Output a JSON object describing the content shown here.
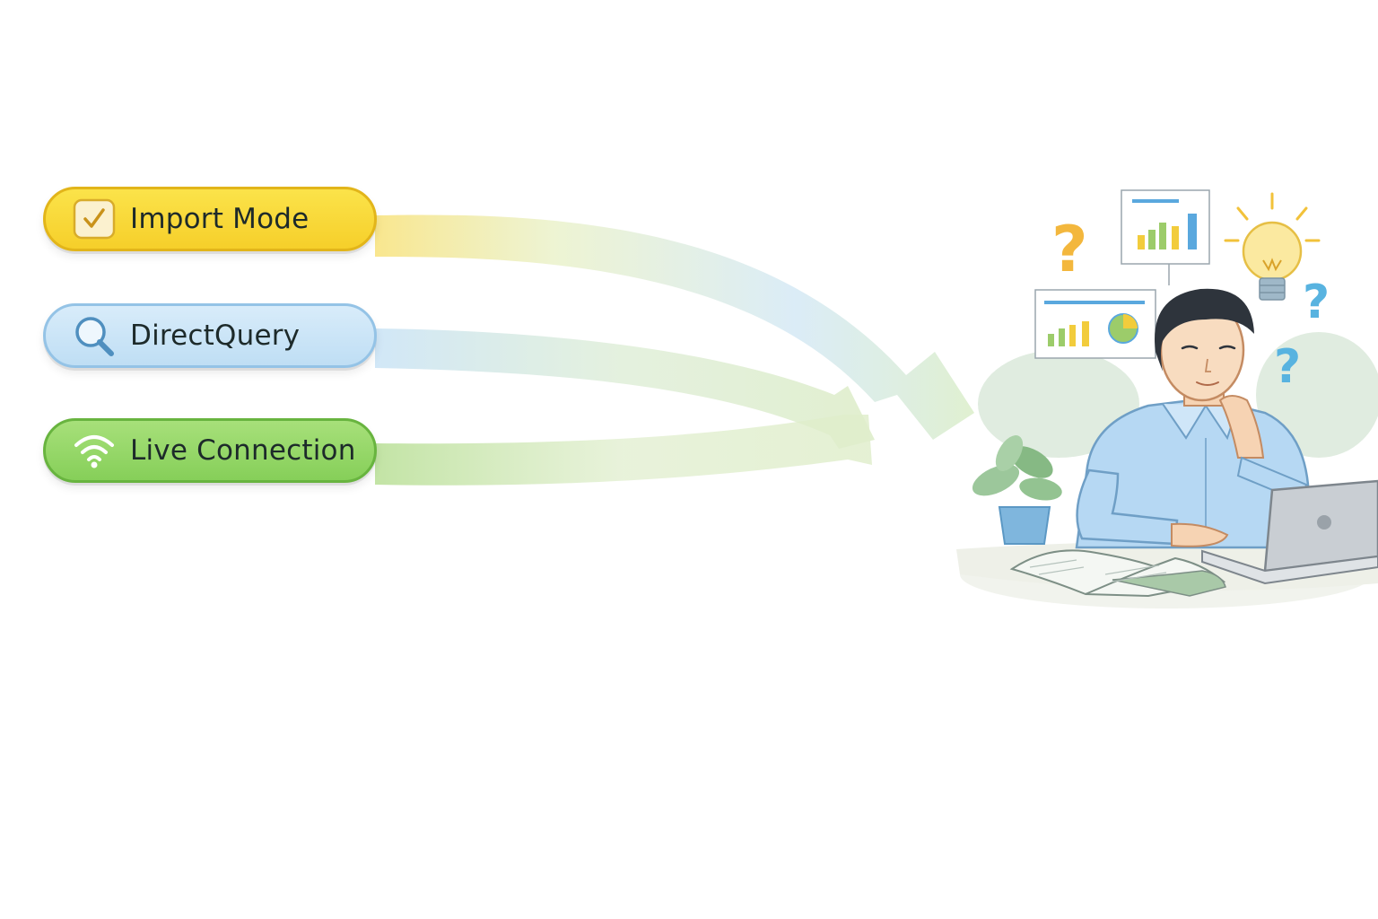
{
  "modes": [
    {
      "label": "Import Mode",
      "icon": "checkbox-checked-icon",
      "color": "#f6cf2a"
    },
    {
      "label": "DirectQuery",
      "icon": "magnifier-icon",
      "color": "#bfdef4"
    },
    {
      "label": "Live Connection",
      "icon": "wifi-icon",
      "color": "#86cf59"
    }
  ],
  "illustration": {
    "subject": "person-thinking-at-laptop",
    "symbols": [
      "question-mark-icon",
      "lightbulb-icon",
      "bar-chart-icon",
      "plant-icon",
      "notebook-icon",
      "laptop-icon"
    ]
  }
}
